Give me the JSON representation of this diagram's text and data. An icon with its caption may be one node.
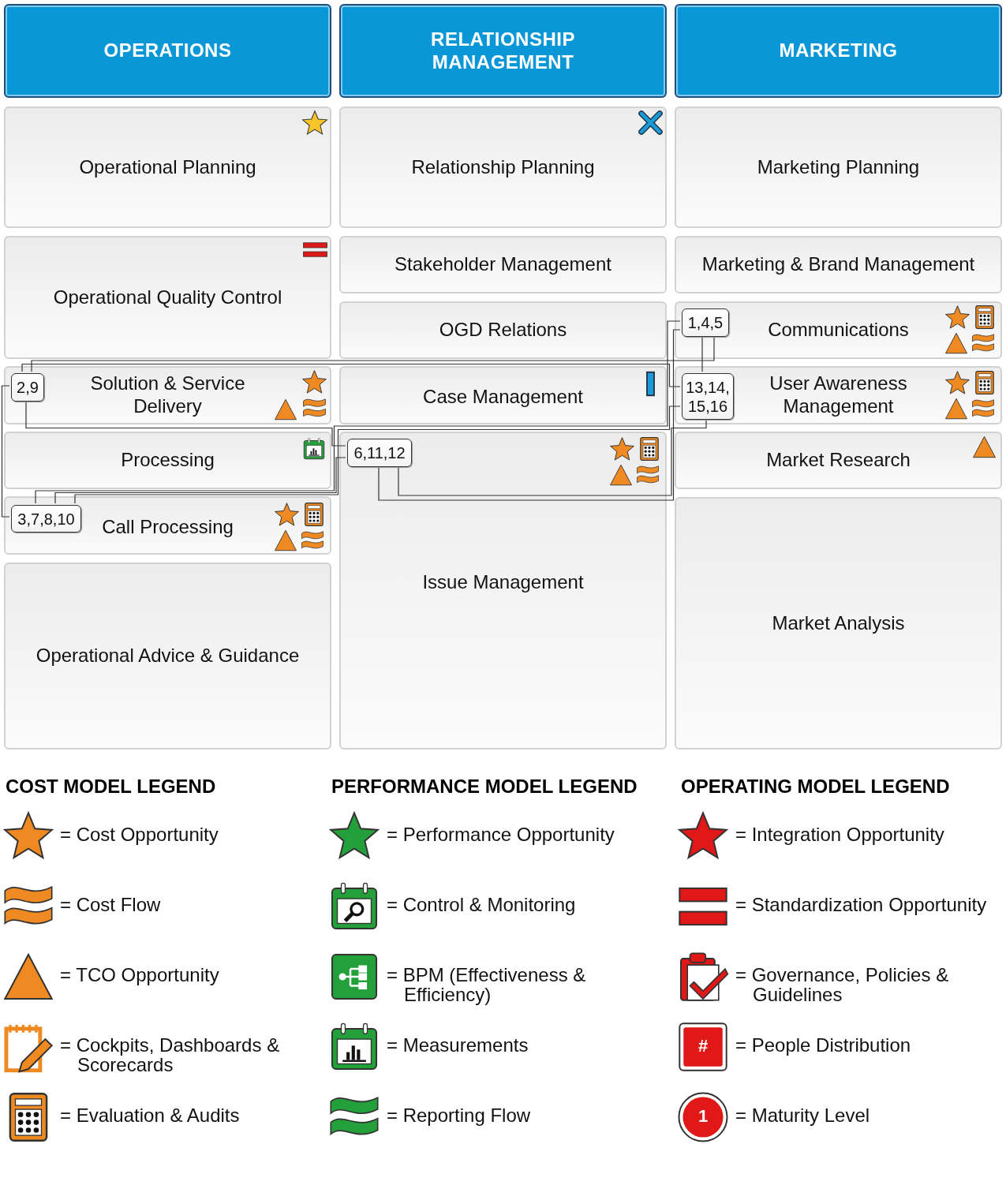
{
  "diagram": {
    "nodes": [
      {
        "text": [
          "OPERATIONS"
        ]
      },
      {
        "text": [
          "RELATIONSHIP MANAGEMENT"
        ]
      },
      {
        "text": [
          "MARKETING"
        ]
      },
      {
        "text": [
          "Operational Planning"
        ]
      },
      {
        "text": [
          "Relationship Planning"
        ]
      },
      {
        "text": [
          "Marketing Planning"
        ]
      },
      {
        "text": [
          "Operational Quality Control"
        ]
      },
      {
        "text": [
          "Stakeholder Management"
        ]
      },
      {
        "text": [
          "Marketing & Brand Management"
        ]
      },
      {
        "text": [
          "OGD Relations"
        ]
      },
      {
        "text": [
          "Communications"
        ]
      },
      {
        "text": [
          "1,4,5"
        ],
        "in": 10
      },
      {
        "text": [
          "Solution & Service Delivery"
        ]
      },
      {
        "text": [
          "2,9"
        ],
        "in": 12
      },
      {
        "text": [
          "Case Management"
        ]
      },
      {
        "text": [
          "User Awareness Management"
        ]
      },
      {
        "text": [
          "13,14, 15,16"
        ],
        "in": 15
      },
      {
        "text": [
          "Processing"
        ]
      },
      {
        "text": [
          "6,11,12"
        ],
        "in": 19
      },
      {
        "text": [
          "Issue Management"
        ]
      },
      {
        "text": [
          "Market Research"
        ]
      },
      {
        "text": [
          "Call Processing"
        ]
      },
      {
        "text": [
          "3,7,8,10"
        ],
        "in": 21
      },
      {
        "text": [
          "Market Analysis"
        ]
      },
      {
        "text": [
          "Operational Advice & Guidance"
        ]
      }
    ],
    "edges": [
      {
        "from": 13,
        "to": 11,
        "arrow": "none"
      },
      {
        "from": 13,
        "to": 16,
        "arrow": "none"
      },
      {
        "from": 13,
        "to": 18,
        "arrow": "none"
      },
      {
        "from": 13,
        "to": 22,
        "arrow": "none"
      },
      {
        "from": 22,
        "to": 11,
        "arrow": "none"
      },
      {
        "from": 22,
        "to": 18,
        "arrow": "none"
      },
      {
        "from": 22,
        "to": 16,
        "arrow": "none"
      },
      {
        "from": 18,
        "to": 11,
        "arrow": "none"
      },
      {
        "from": 18,
        "to": 16,
        "arrow": "none"
      },
      {
        "from": 11,
        "to": 16,
        "arrow": "none"
      }
    ],
    "labels": [
      "COST MODEL LEGEND",
      "PERFORMANCE MODEL LEGEND",
      "OPERATING MODEL LEGEND",
      "#",
      "1"
    ],
    "legend": [
      {
        "text": "= Cost Opportunity"
      },
      {
        "text": "= Cost Flow"
      },
      {
        "text": "= TCO Opportunity"
      },
      {
        "text": "= Cockpits, Dashboards & Scorecards"
      },
      {
        "text": "= Evaluation & Audits"
      },
      {
        "text": "= Performance Opportunity"
      },
      {
        "text": "= Control & Monitoring"
      },
      {
        "text": "= BPM (Effectiveness & Efficiency)"
      },
      {
        "text": "= Measurements"
      },
      {
        "text": "= Reporting Flow"
      },
      {
        "text": "= Integration Opportunity"
      },
      {
        "text": "= Standardization Opportunity"
      },
      {
        "text": "= Governance, Policies & Guidelines"
      },
      {
        "text": "= People Distribution"
      },
      {
        "text": "= Maturity Level"
      }
    ]
  }
}
